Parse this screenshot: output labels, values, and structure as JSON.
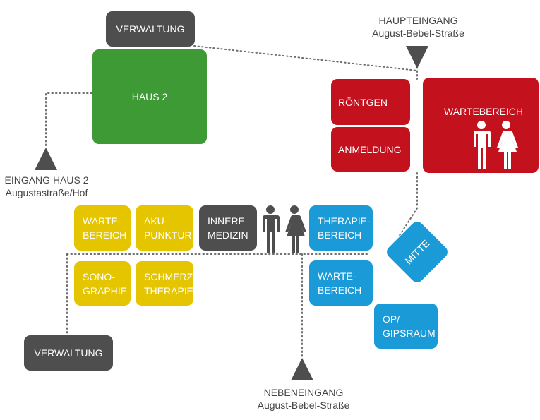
{
  "colors": {
    "gray": "#4f4e4e",
    "green": "#3d9a35",
    "red": "#c3111e",
    "yellow": "#e4c500",
    "blue": "#1b9ad8",
    "path": "#6e6e6e"
  },
  "boxes": {
    "verwaltung_top": [
      "VERWALTUNG"
    ],
    "haus2": [
      "HAUS 2"
    ],
    "roentgen": [
      "RÖNTGEN"
    ],
    "anmeldung": [
      "ANMELDUNG"
    ],
    "wartebereich_red": [
      "WARTEBEREICH"
    ],
    "wartebereich_yellow": [
      "WARTE-",
      "BEREICH"
    ],
    "akupunktur": [
      "AKU-",
      "PUNKTUR"
    ],
    "innere_medizin": [
      "INNERE",
      "MEDIZIN"
    ],
    "therapiebereich": [
      "THERAPIE-",
      "BEREICH"
    ],
    "mitte": [
      "MITTE"
    ],
    "sonographie": [
      "SONO-",
      "GRAPHIE"
    ],
    "schmerztherapie": [
      "SCHMERZ-",
      "THERAPIE"
    ],
    "wartebereich_blue": [
      "WARTE-",
      "BEREICH"
    ],
    "op_gipsraum": [
      "OP/",
      "GIPSRAUM"
    ],
    "verwaltung_bottom": [
      "VERWALTUNG"
    ]
  },
  "entrances": {
    "haupteingang": [
      "HAUPTEINGANG",
      "August-Bebel-Straße"
    ],
    "eingang_haus2": [
      "EINGANG HAUS 2",
      "Augustastraße/Hof"
    ],
    "nebeneingang": [
      "NEBENEINGANG",
      "August-Bebel-Straße"
    ]
  },
  "icons": {
    "restroom_red": "restroom-icon",
    "restroom_main": "restroom-icon",
    "entrance_marker": "entrance-triangle-icon"
  }
}
